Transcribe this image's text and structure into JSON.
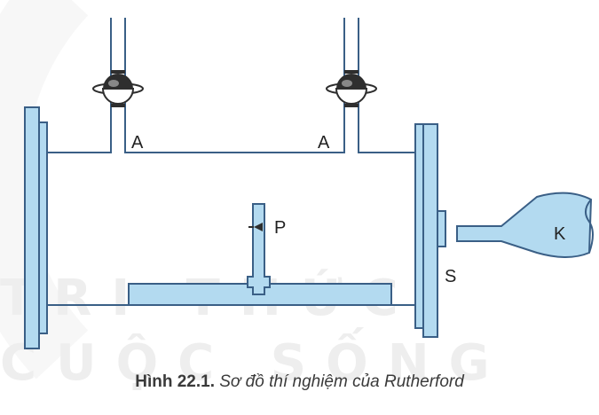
{
  "labels": {
    "valve_left": "A",
    "valve_right": "A",
    "source": "P",
    "screen": "S",
    "microscope": "K"
  },
  "caption": {
    "number": "Hình 22.1.",
    "text": "Sơ đồ thí nghiệm của Rutherford"
  },
  "watermark": {
    "line1": "TRI THỨC",
    "line2": "CUỘC SỐNG"
  },
  "colors": {
    "outline": "#3a5f86",
    "flange_fill": "#b3daf0",
    "valve_dark": "#2e2e2e"
  }
}
